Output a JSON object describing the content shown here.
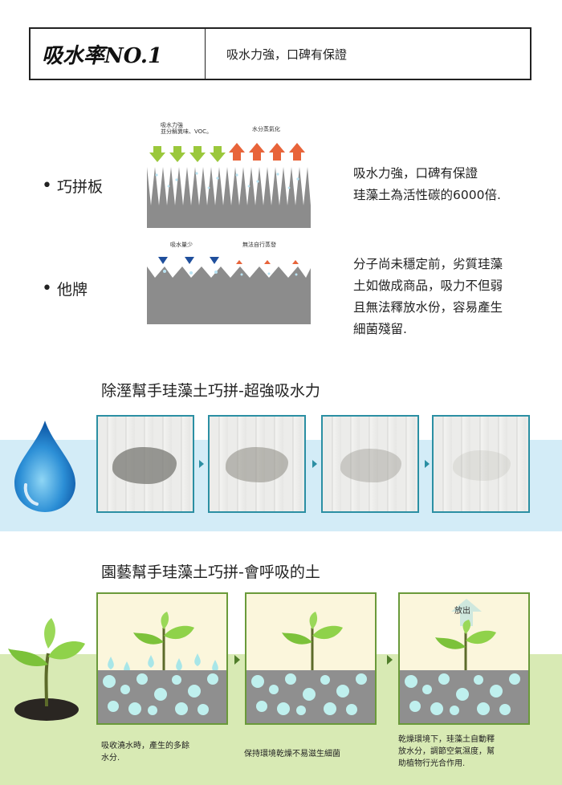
{
  "header": {
    "title": "吸水率NO.1",
    "subtitle": "吸水力強，口碑有保證"
  },
  "comparison": {
    "ours": {
      "label": "巧拼板",
      "caption_left": "吸水力強\n並分解異味、VOC。",
      "caption_right": "水分蒸氣化",
      "text_lines": [
        "吸水力強，口碑有保證",
        "珪藻土為活性碳的6000倍."
      ]
    },
    "other": {
      "label": "他牌",
      "caption_left": "吸水量少",
      "caption_right": "無法自行蒸發",
      "text_lines": [
        "分子尚未穩定前，劣質珪藻",
        "土如做成商品，吸力不但弱",
        "且無法釋放水份，容易產生",
        "細菌殘留."
      ]
    }
  },
  "section_water": {
    "title": "除溼幫手珪藻土巧拼-超強吸水力"
  },
  "section_garden": {
    "title": "園藝幫手珪藻土巧拼-會呼吸的土",
    "release_label": "放出",
    "captions": [
      "吸收澆水時，產生的多餘\n水分.",
      "保持環境乾燥不易滋生細菌",
      "乾燥環境下，珪藻土自動釋\n放水分，調節空氣濕度，幫\n助植物行光合作用."
    ]
  },
  "colors": {
    "water_band": "#d3ecf7",
    "panel_border": "#2b8fa3",
    "garden_band": "#d8eab4",
    "garden_border": "#6a9a3a",
    "arrow_up": "#e8643a",
    "arrow_down_green": "#9bc83c",
    "arrow_down_blue": "#1f4f9c"
  }
}
